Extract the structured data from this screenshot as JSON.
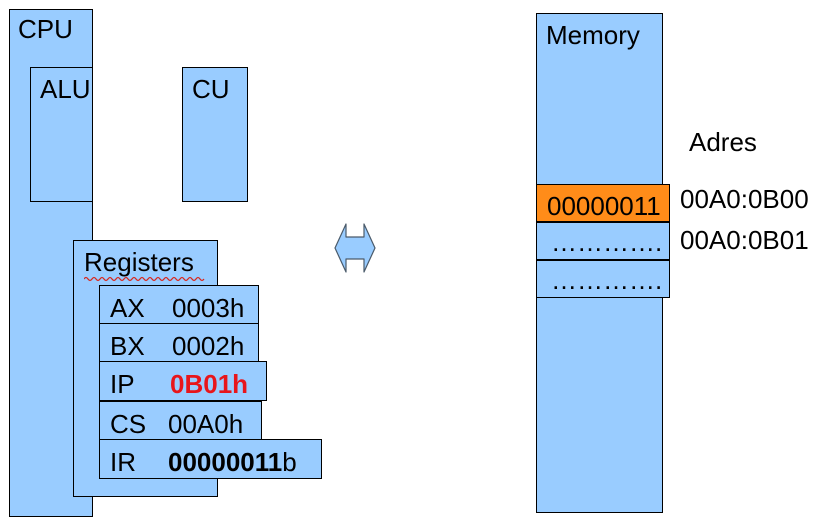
{
  "cpu": {
    "label": "CPU",
    "alu_label": "ALU",
    "cu_label": "CU",
    "registers": {
      "label": "Registers",
      "items": [
        {
          "name": "AX",
          "value": "0003h"
        },
        {
          "name": "BX",
          "value": "0002h"
        },
        {
          "name": "IP",
          "value": "0B01h"
        },
        {
          "name": "CS",
          "value": "00A0h"
        },
        {
          "name": "IR",
          "value_bold": "00000011",
          "value_suffix": "b"
        }
      ]
    }
  },
  "memory": {
    "label": "Memory",
    "cells": [
      {
        "content": "00000011",
        "color": "#ff8c19"
      },
      {
        "content": "…………."
      },
      {
        "content": "…………."
      }
    ],
    "address_title": "Adres",
    "addresses": [
      "00A0:0B00",
      "00A0:0B01"
    ]
  },
  "colors": {
    "box_fill": "#99ccff",
    "highlight_cell": "#ff8c19",
    "ip_value": "#e8151b"
  },
  "icons": {
    "bus": "double-arrow-icon"
  }
}
